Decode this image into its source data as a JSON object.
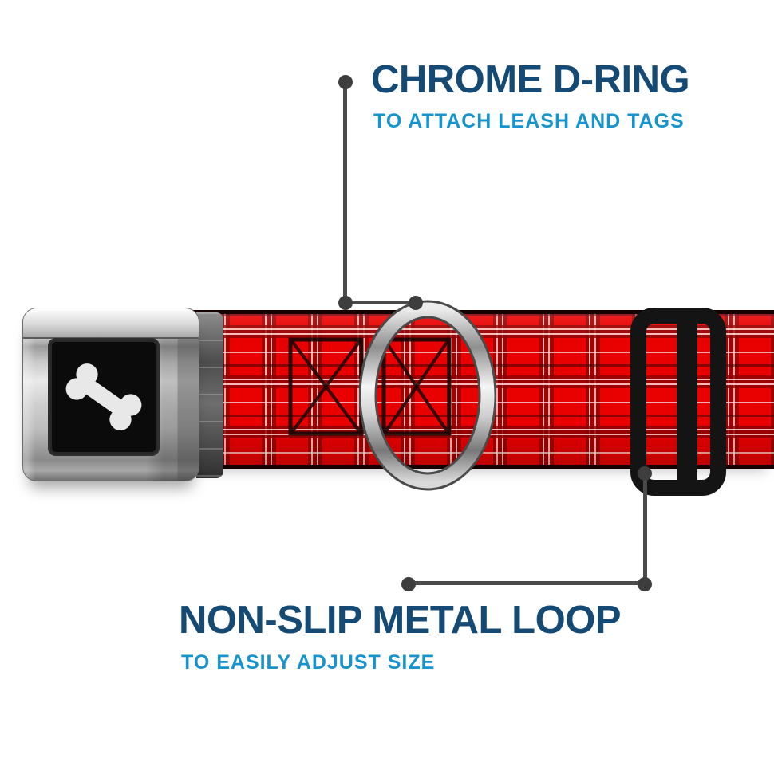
{
  "callouts": {
    "top": {
      "title": "CHROME D-RING",
      "subtitle": "TO ATTACH LEASH AND TAGS",
      "target": "chrome-d-ring"
    },
    "bottom": {
      "title": "NON-SLIP METAL LOOP",
      "subtitle": "TO EASILY ADJUST SIZE",
      "target": "metal-loop-slider"
    }
  },
  "colors": {
    "title_navy": "#154a74",
    "subtitle_blue": "#1793cd",
    "callout_gray": "#4a4a4a",
    "strap_red": "#e90000",
    "strap_dark_red": "#8c0000",
    "strap_pink": "#ffc2c2",
    "strap_edge_black": "#160000",
    "buckle_logo_black": "#0b0b0b",
    "bone_white": "#e8e8e8",
    "loop_black": "#141414",
    "chrome_light": "#f5f5f5",
    "chrome_dark": "#808080"
  },
  "product": {
    "parts": {
      "buckle": "seatbelt-buckle",
      "buckle_logo": "dog-bone",
      "strap": "red-plaid-webbing",
      "ring": "chrome-d-ring",
      "slider": "black-metal-loop"
    }
  }
}
